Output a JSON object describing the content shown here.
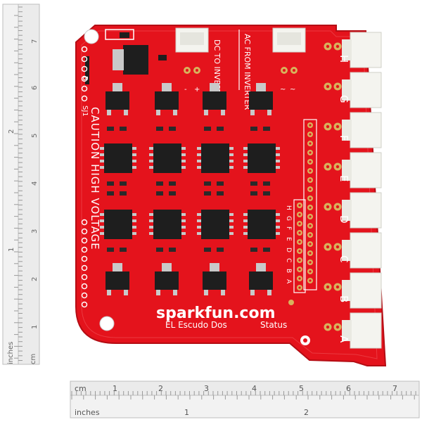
{
  "board": {
    "brand": "sparkfun.com",
    "product": "EL Escudo Dos",
    "status_label": "Status",
    "dc_label": "DC TO INVERTER",
    "ac_label": "AC FROM INVERTER",
    "caution_label": "CAUTION HIGH VOLTAGE",
    "channel_letters": [
      "H",
      "G",
      "F",
      "E",
      "D",
      "C",
      "B",
      "A"
    ],
    "header_letters": [
      "H",
      "G",
      "F",
      "E",
      "D",
      "C",
      "B",
      "A"
    ],
    "small_labels": {
      "sj1": "SJ1",
      "pad_b": "B",
      "plus": "+",
      "minus": "-",
      "tilde1": "~",
      "tilde2": "~"
    },
    "colors": {
      "board": "#e4131c",
      "silk": "#ffffff",
      "chip": "#1e1e1e",
      "connector": "#f4f4ef",
      "gold": "#d8b25c"
    }
  },
  "ruler_vertical": {
    "cm_label": "cm",
    "inch_label": "inches",
    "cm_numbers": [
      "7",
      "6",
      "5",
      "4",
      "3",
      "2",
      "1"
    ],
    "inch_numbers": [
      "2",
      "1"
    ]
  },
  "ruler_horizontal": {
    "cm_label": "cm",
    "inch_label": "inches",
    "cm_numbers": [
      "1",
      "2",
      "3",
      "4",
      "5",
      "6",
      "7"
    ],
    "inch_numbers": [
      "1",
      "2"
    ]
  }
}
